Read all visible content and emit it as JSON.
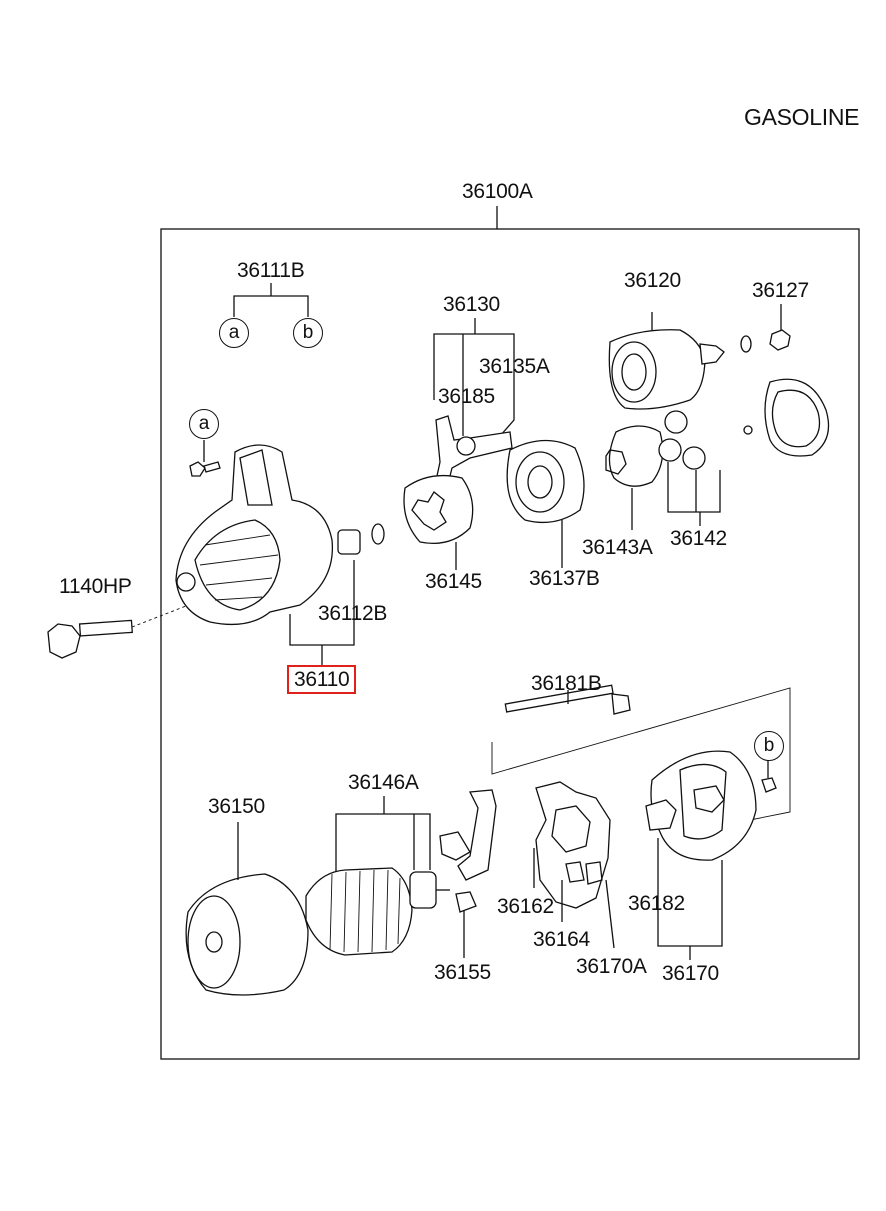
{
  "variant": "GASOLINE",
  "assembly": "36100A",
  "ref_markers": {
    "a": "a",
    "b": "b"
  },
  "highlight_color": "#e0201a",
  "parts": {
    "p36111B": "36111B",
    "p36130": "36130",
    "p36135A": "36135A",
    "p36185": "36185",
    "p36120": "36120",
    "p36127": "36127",
    "p36143A": "36143A",
    "p36142": "36142",
    "p36145": "36145",
    "p36137B": "36137B",
    "p1140HP": "1140HP",
    "p36112B": "36112B",
    "p36110": "36110",
    "p36181B": "36181B",
    "p36150": "36150",
    "p36146A": "36146A",
    "p36155": "36155",
    "p36162": "36162",
    "p36164": "36164",
    "p36170A": "36170A",
    "p36182": "36182",
    "p36170": "36170"
  }
}
